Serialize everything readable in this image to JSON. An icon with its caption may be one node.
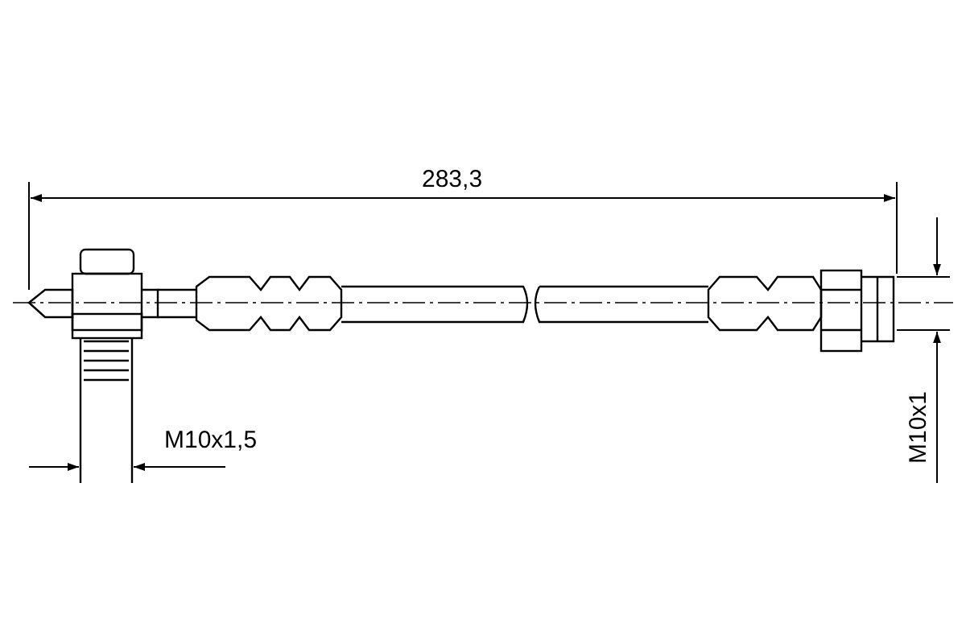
{
  "diagram": {
    "labels": [
      "283,3",
      "M10x1,5",
      "M10x1"
    ]
  }
}
